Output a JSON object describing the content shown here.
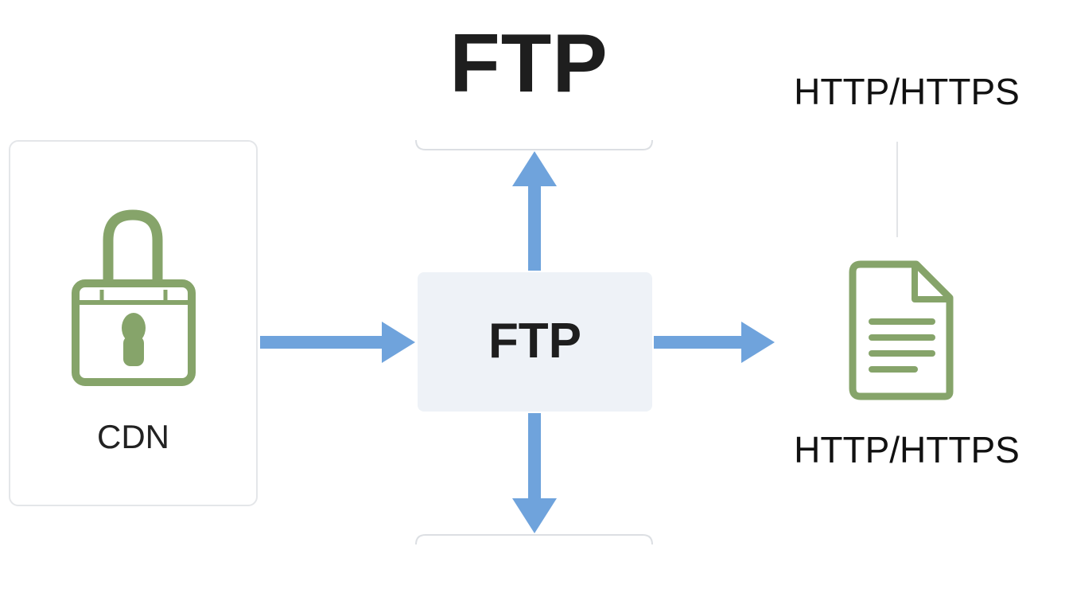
{
  "diagram": {
    "title": "FTP",
    "center_box_label": "FTP",
    "source_card_label": "CDN",
    "right_top_label": "HTTP/HTTPS",
    "right_bottom_label": "HTTP/HTTPS"
  },
  "icons": {
    "source": "lock-icon",
    "destination": "document-icon"
  },
  "colors": {
    "arrow": "#6fa3dc",
    "icon": "#86a46a",
    "box_fill": "#eef2f7",
    "card_border": "#e4e6e9",
    "bracket": "#dcdfe3"
  }
}
